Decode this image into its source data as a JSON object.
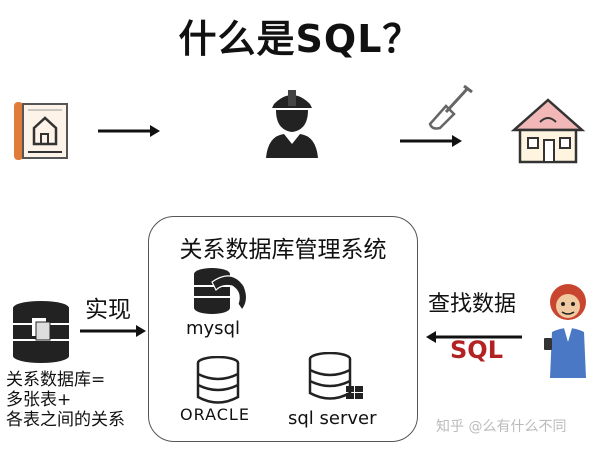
{
  "title": "什么是SQL？",
  "dbms": {
    "title": "关系数据库管理系统",
    "products": [
      "mysql",
      "ORACLE",
      "sql server"
    ]
  },
  "implement_label": "实现",
  "query_label": "查找数据",
  "sql_label": "SQL",
  "relational_db": {
    "lines": [
      "关系数据库=",
      "多张表+",
      "各表之间的关系"
    ]
  },
  "watermark": "知乎 @么有什么不同",
  "icons": [
    "blueprint-icon",
    "worker-icon",
    "shovel-icon",
    "house-icon",
    "database-stack-icon",
    "mysql-dolphin-icon",
    "oracle-database-icon",
    "sql-server-database-icon",
    "person-icon"
  ],
  "colors": {
    "accent_red": "#b22222",
    "house_roof": "#f2b8b8",
    "blueprint_orange": "#e07b39"
  }
}
